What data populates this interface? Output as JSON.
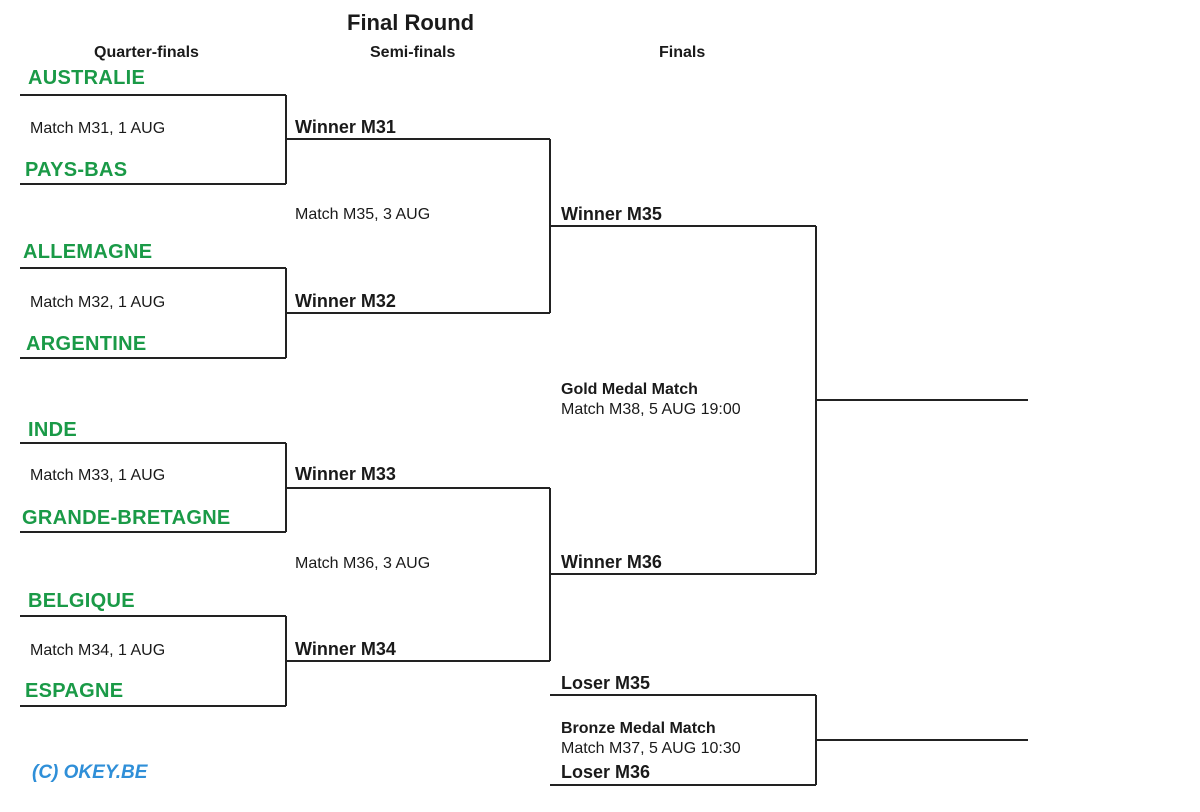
{
  "title": "Final Round",
  "headers": {
    "quarter": "Quarter-finals",
    "semi": "Semi-finals",
    "finals": "Finals"
  },
  "team_color": "#1a9a47",
  "copyright_color": "#2f8fd8",
  "quarter_finals": [
    {
      "team_a": "AUSTRALIE",
      "match": "Match M31, 1 AUG",
      "team_b": "PAYS-BAS"
    },
    {
      "team_a": "ALLEMAGNE",
      "match": "Match M32, 1 AUG",
      "team_b": "ARGENTINE"
    },
    {
      "team_a": "INDE",
      "match": "Match M33, 1 AUG",
      "team_b": "GRANDE-BRETAGNE"
    },
    {
      "team_a": "BELGIQUE",
      "match": "Match M34, 1 AUG",
      "team_b": "ESPAGNE"
    }
  ],
  "semi_finals": [
    {
      "top": "Winner M31",
      "match": "Match M35, 3 AUG",
      "bottom": "Winner M32"
    },
    {
      "top": "Winner M33",
      "match": "Match M36, 3 AUG",
      "bottom": "Winner M34"
    }
  ],
  "gold": {
    "top": "Winner M35",
    "label": "Gold Medal Match",
    "match": "Match M38, 5 AUG 19:00",
    "bottom": "Winner M36"
  },
  "bronze": {
    "top": "Loser M35",
    "label": "Bronze Medal Match",
    "match": "Match M37, 5 AUG 10:30",
    "bottom": "Loser M36"
  },
  "copyright": "(C) OKEY.BE"
}
